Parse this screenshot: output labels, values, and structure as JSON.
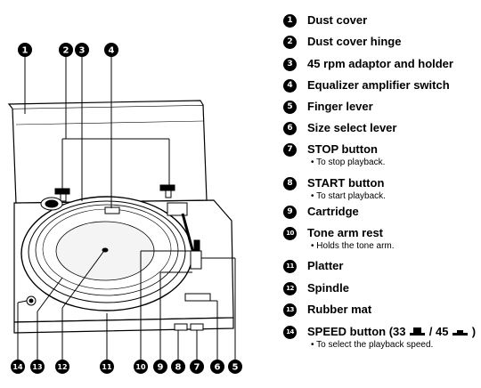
{
  "diagram": {
    "callouts": [
      {
        "number": "1"
      },
      {
        "number": "2"
      },
      {
        "number": "3"
      },
      {
        "number": "4"
      },
      {
        "number": "14"
      },
      {
        "number": "13"
      },
      {
        "number": "12"
      },
      {
        "number": "11"
      },
      {
        "number": "10"
      },
      {
        "number": "9"
      },
      {
        "number": "8"
      },
      {
        "number": "7"
      },
      {
        "number": "6"
      },
      {
        "number": "5"
      }
    ]
  },
  "legend": {
    "items": [
      {
        "number": "1",
        "label": "Dust cover",
        "note": ""
      },
      {
        "number": "2",
        "label": "Dust cover hinge",
        "note": ""
      },
      {
        "number": "3",
        "label": "45 rpm adaptor and holder",
        "note": ""
      },
      {
        "number": "4",
        "label": "Equalizer amplifier switch",
        "note": ""
      },
      {
        "number": "5",
        "label": "Finger lever",
        "note": ""
      },
      {
        "number": "6",
        "label": "Size select lever",
        "note": ""
      },
      {
        "number": "7",
        "label": "STOP button",
        "note": "• To stop playback."
      },
      {
        "number": "8",
        "label": "START button",
        "note": "• To start playback."
      },
      {
        "number": "9",
        "label": "Cartridge",
        "note": ""
      },
      {
        "number": "10",
        "label": "Tone arm rest",
        "note": "• Holds the tone arm."
      },
      {
        "number": "11",
        "label": "Platter",
        "note": ""
      },
      {
        "number": "12",
        "label": "Spindle",
        "note": ""
      },
      {
        "number": "13",
        "label": "Rubber mat",
        "note": ""
      },
      {
        "number": "14",
        "label": "SPEED button (33",
        "label_mid": "/ 45",
        "label_end": ")",
        "note": "• To select the playback speed."
      }
    ]
  }
}
